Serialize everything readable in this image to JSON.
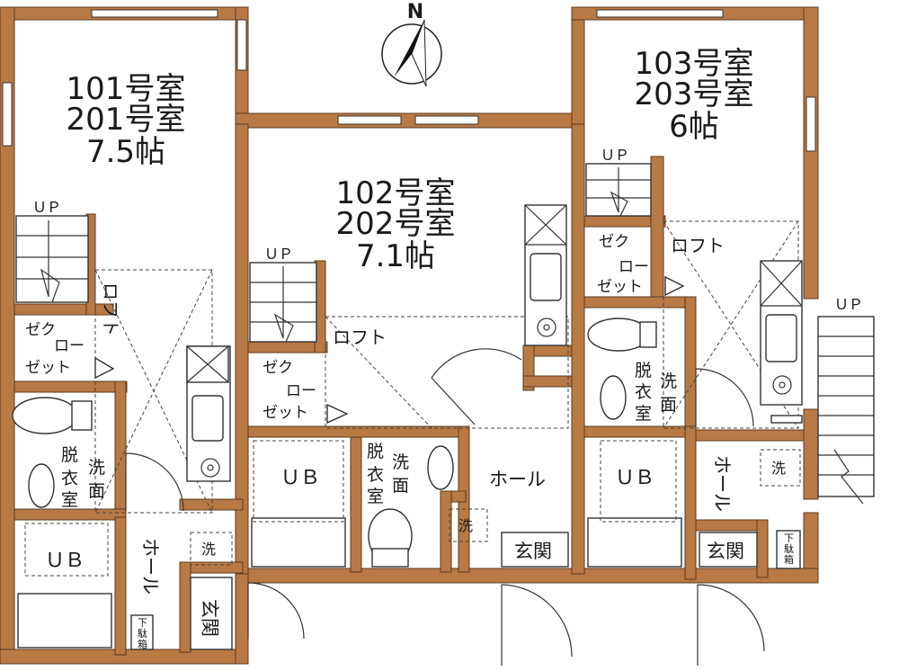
{
  "compass": {
    "label": "N"
  },
  "units": [
    {
      "lines": [
        "101号室",
        "201号室",
        "7.5帖"
      ]
    },
    {
      "lines": [
        "102号室",
        "202号室",
        "7.1帖"
      ]
    },
    {
      "lines": [
        "103号室",
        "203号室",
        "6帖"
      ]
    }
  ],
  "labels": {
    "up": "ＵＰ",
    "loft": "ロフト",
    "closet": [
      "ゼク",
      "ロー",
      "ゼット"
    ],
    "bath": "ＵＢ",
    "hall": "ホール",
    "entry": "玄関",
    "dressing": [
      "脱",
      "衣",
      "室"
    ],
    "washstand": [
      "洗",
      "面"
    ],
    "washer": "洗",
    "shoebox": [
      "下",
      "駄",
      "箱"
    ]
  }
}
